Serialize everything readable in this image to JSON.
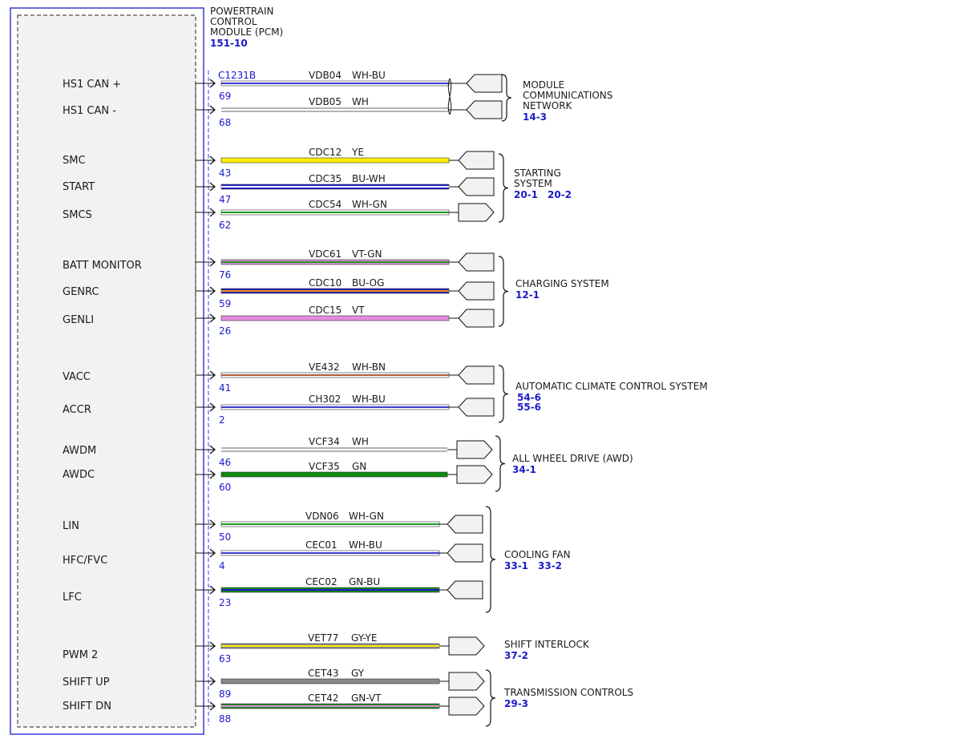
{
  "module": {
    "title_lines": [
      "POWERTRAIN",
      "CONTROL",
      "MODULE (PCM)"
    ],
    "ref": "151-10",
    "connector": "C1231B"
  },
  "wires": [
    {
      "pin_label": "HS1 CAN +",
      "pin": "69",
      "circuit": "VDB04",
      "color_code": "WH-BU",
      "colors": [
        "#ffffff",
        "#3a3ad0"
      ],
      "terminal": "connector"
    },
    {
      "pin_label": "HS1 CAN -",
      "pin": "68",
      "circuit": "VDB05",
      "color_code": "WH",
      "colors": [
        "#ffffff"
      ],
      "terminal": "connector"
    },
    {
      "pin_label": "SMC",
      "pin": "43",
      "circuit": "CDC12",
      "color_code": "YE",
      "colors": [
        "#ffee00"
      ],
      "terminal": "connector"
    },
    {
      "pin_label": "START",
      "pin": "47",
      "circuit": "CDC35",
      "color_code": "BU-WH",
      "colors": [
        "#1c1cc8",
        "#ffffff"
      ],
      "terminal": "connector"
    },
    {
      "pin_label": "SMCS",
      "pin": "62",
      "circuit": "CDC54",
      "color_code": "WH-GN",
      "colors": [
        "#ffffff",
        "#1f9a1f"
      ],
      "terminal": "arrow"
    },
    {
      "pin_label": "BATT MONITOR",
      "pin": "76",
      "circuit": "VDC61",
      "color_code": "VT-GN",
      "colors": [
        "#e58ae0",
        "#1f9a1f"
      ],
      "terminal": "connector"
    },
    {
      "pin_label": "GENRC",
      "pin": "59",
      "circuit": "CDC10",
      "color_code": "BU-OG",
      "colors": [
        "#1c1cc8",
        "#ff8c00"
      ],
      "terminal": "connector"
    },
    {
      "pin_label": "GENLI",
      "pin": "26",
      "circuit": "CDC15",
      "color_code": "VT",
      "colors": [
        "#e58ae0"
      ],
      "terminal": "connector"
    },
    {
      "pin_label": "VACC",
      "pin": "41",
      "circuit": "VE432",
      "color_code": "WH-BN",
      "colors": [
        "#ffffff",
        "#b05a3c"
      ],
      "terminal": "connector"
    },
    {
      "pin_label": "ACCR",
      "pin": "2",
      "circuit": "CH302",
      "color_code": "WH-BU",
      "colors": [
        "#ffffff",
        "#3a3ad0"
      ],
      "terminal": "connector"
    },
    {
      "pin_label": "AWDM",
      "pin": "46",
      "circuit": "VCF34",
      "color_code": "WH",
      "colors": [
        "#ffffff"
      ],
      "terminal": "arrow"
    },
    {
      "pin_label": "AWDC",
      "pin": "60",
      "circuit": "VCF35",
      "color_code": "GN",
      "colors": [
        "#0f8a0f"
      ],
      "terminal": "arrow"
    },
    {
      "pin_label": "LIN",
      "pin": "50",
      "circuit": "VDN06",
      "color_code": "WH-GN",
      "colors": [
        "#ffffff",
        "#1f9a1f"
      ],
      "terminal": "connector"
    },
    {
      "pin_label": "HFC/FVC",
      "pin": "4",
      "circuit": "CEC01",
      "color_code": "WH-BU",
      "colors": [
        "#ffffff",
        "#3a3ad0"
      ],
      "terminal": "connector"
    },
    {
      "pin_label": "LFC",
      "pin": "23",
      "circuit": "CEC02",
      "color_code": "GN-BU",
      "colors": [
        "#0f8a0f",
        "#1c1cc8"
      ],
      "terminal": "connector"
    },
    {
      "pin_label": "PWM 2",
      "pin": "63",
      "circuit": "VET77",
      "color_code": "GY-YE",
      "colors": [
        "#8c8c8c",
        "#ffee00"
      ],
      "terminal": "arrow"
    },
    {
      "pin_label": "SHIFT UP",
      "pin": "89",
      "circuit": "CET43",
      "color_code": "GY",
      "colors": [
        "#888888"
      ],
      "terminal": "arrow"
    },
    {
      "pin_label": "SHIFT DN",
      "pin": "88",
      "circuit": "CET42",
      "color_code": "GN-VT",
      "colors": [
        "#1f8a1f",
        "#e58ae0"
      ],
      "terminal": "arrow"
    }
  ],
  "destinations": [
    {
      "title_lines": [
        "MODULE",
        "COMMUNICATIONS",
        "NETWORK"
      ],
      "refs": [
        "14-3"
      ],
      "wires": [
        0,
        1
      ]
    },
    {
      "title_lines": [
        "STARTING",
        "SYSTEM"
      ],
      "refs": [
        "20-1",
        "20-2"
      ],
      "wires": [
        2,
        3,
        4
      ]
    },
    {
      "title_lines": [
        "CHARGING SYSTEM"
      ],
      "refs": [
        "12-1"
      ],
      "wires": [
        5,
        6,
        7
      ]
    },
    {
      "title_lines": [
        "AUTOMATIC CLIMATE CONTROL SYSTEM"
      ],
      "refs": [
        "54-6",
        "55-6"
      ],
      "refs_stacked": true,
      "wires": [
        8,
        9
      ]
    },
    {
      "title_lines": [
        "ALL WHEEL DRIVE (AWD)"
      ],
      "refs": [
        "34-1"
      ],
      "wires": [
        10,
        11
      ]
    },
    {
      "title_lines": [
        "COOLING FAN"
      ],
      "refs": [
        "33-1",
        "33-2"
      ],
      "wires": [
        12,
        13,
        14
      ]
    },
    {
      "title_lines": [
        "SHIFT INTERLOCK"
      ],
      "refs": [
        "37-2"
      ],
      "wires": [
        15
      ]
    },
    {
      "title_lines": [
        "TRANSMISSION CONTROLS"
      ],
      "refs": [
        "29-3"
      ],
      "wires": [
        16,
        17
      ]
    }
  ],
  "twisted_pair": [
    0,
    1
  ]
}
